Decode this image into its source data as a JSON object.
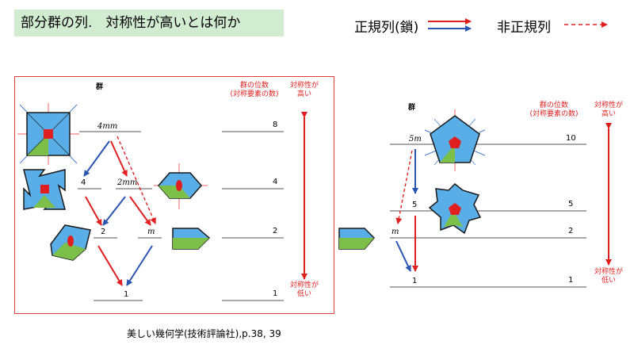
{
  "title": "部分群の列.　対称性が高いとは何か",
  "legend": {
    "normal_chain_label": "正規列(鎖)",
    "non_normal_label": "非正規列",
    "colors": {
      "red": "#e02020",
      "blue": "#2a55b0"
    }
  },
  "left_panel": {
    "group_header": "群",
    "order_header_line1": "群の位数",
    "order_header_line2": "(対称要素の数)",
    "high_sym_line1": "対称性が",
    "high_sym_line2": "高い",
    "low_sym_line1": "対称性が",
    "low_sym_line2": "低い",
    "groups": [
      "4mm",
      "4",
      "2mm",
      "2",
      "m",
      "1"
    ],
    "orders": [
      "8",
      "4",
      "2",
      "1"
    ]
  },
  "right_panel": {
    "group_header": "群",
    "order_header_line1": "群の位数",
    "order_header_line2": "(対称要素の数)",
    "high_sym_line1": "対称性が",
    "high_sym_line2": "高い",
    "low_sym_line1": "対称性が",
    "low_sym_line2": "低い",
    "groups": [
      "5m",
      "5",
      "m",
      "1"
    ],
    "orders": [
      "10",
      "5",
      "2",
      "1"
    ]
  },
  "citation": "美しい幾何学(技術評論社),p.38, 39"
}
